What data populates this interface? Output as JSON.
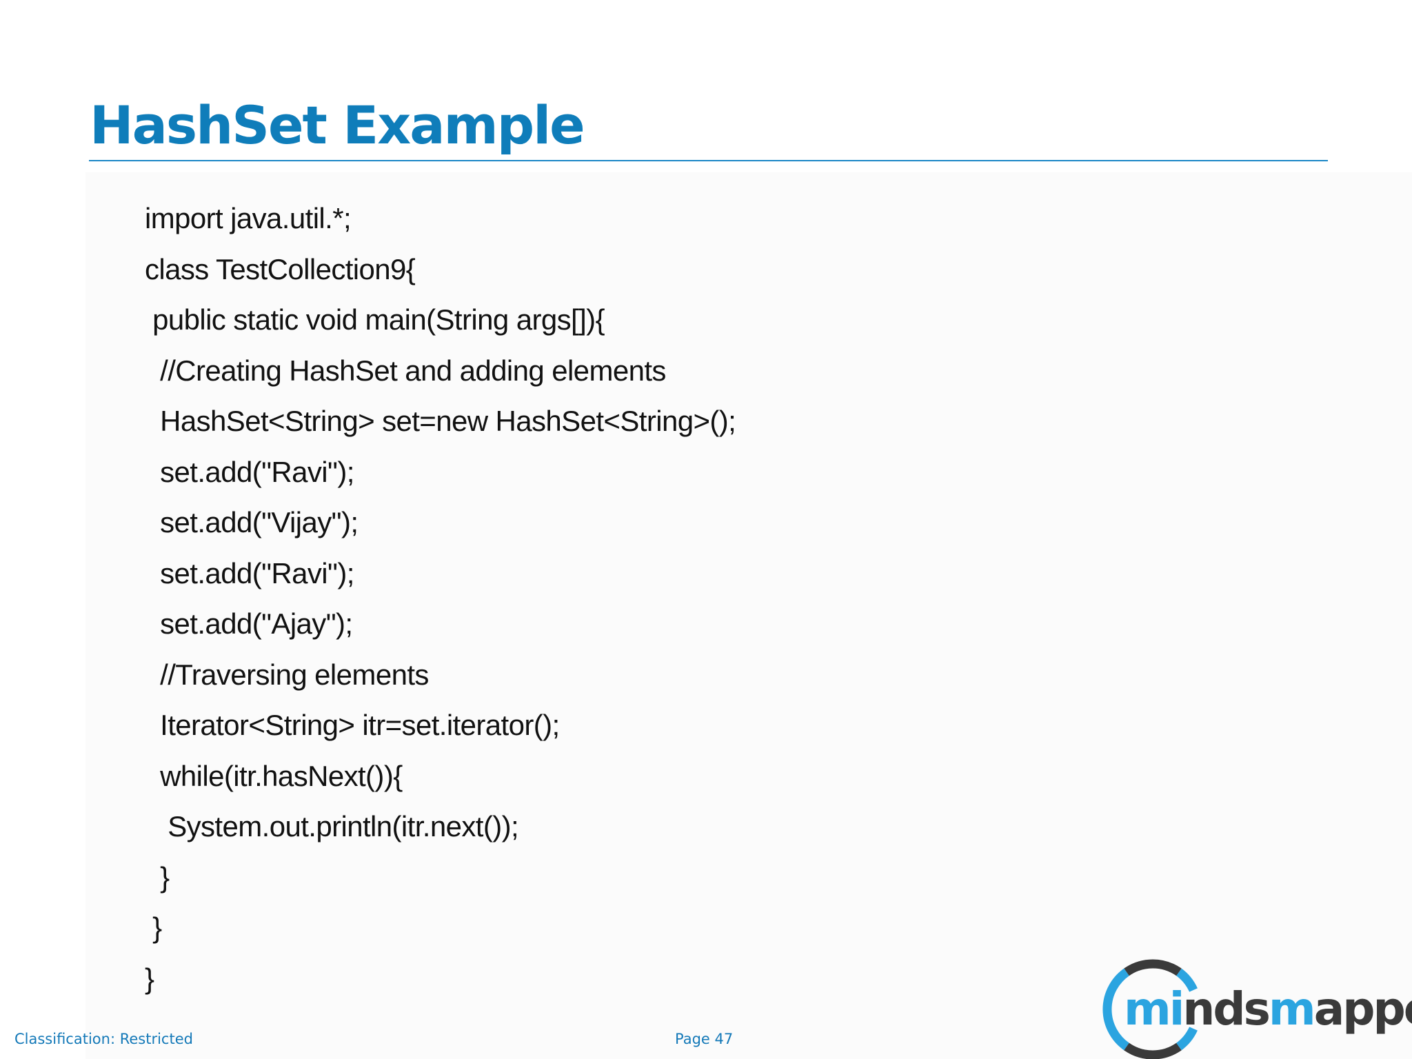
{
  "slide": {
    "title": "HashSet Example",
    "code_lines": [
      "import java.util.*;",
      "class TestCollection9{",
      " public static void main(String args[]){",
      "  //Creating HashSet and adding elements",
      "  HashSet<String> set=new HashSet<String>();",
      "  set.add(\"Ravi\");",
      "  set.add(\"Vijay\");",
      "  set.add(\"Ravi\");",
      "  set.add(\"Ajay\");",
      "  //Traversing elements",
      "  Iterator<String> itr=set.iterator();",
      "  while(itr.hasNext()){",
      "   System.out.println(itr.next());",
      "  }",
      " }",
      "}"
    ]
  },
  "footer": {
    "classification": "Classification: Restricted",
    "page": "Page 47"
  },
  "logo": {
    "icon": "ring-logo-icon",
    "parts": {
      "mi": "mi",
      "nds": "nds",
      "m": "m",
      "apped": "apped"
    },
    "colors": {
      "blue": "#2ba4e0",
      "dark": "#3a3a3a"
    }
  },
  "colors": {
    "title": "#0f7dba",
    "rule": "#1a86c6",
    "footer": "#1479b8",
    "code_text": "#111111"
  }
}
